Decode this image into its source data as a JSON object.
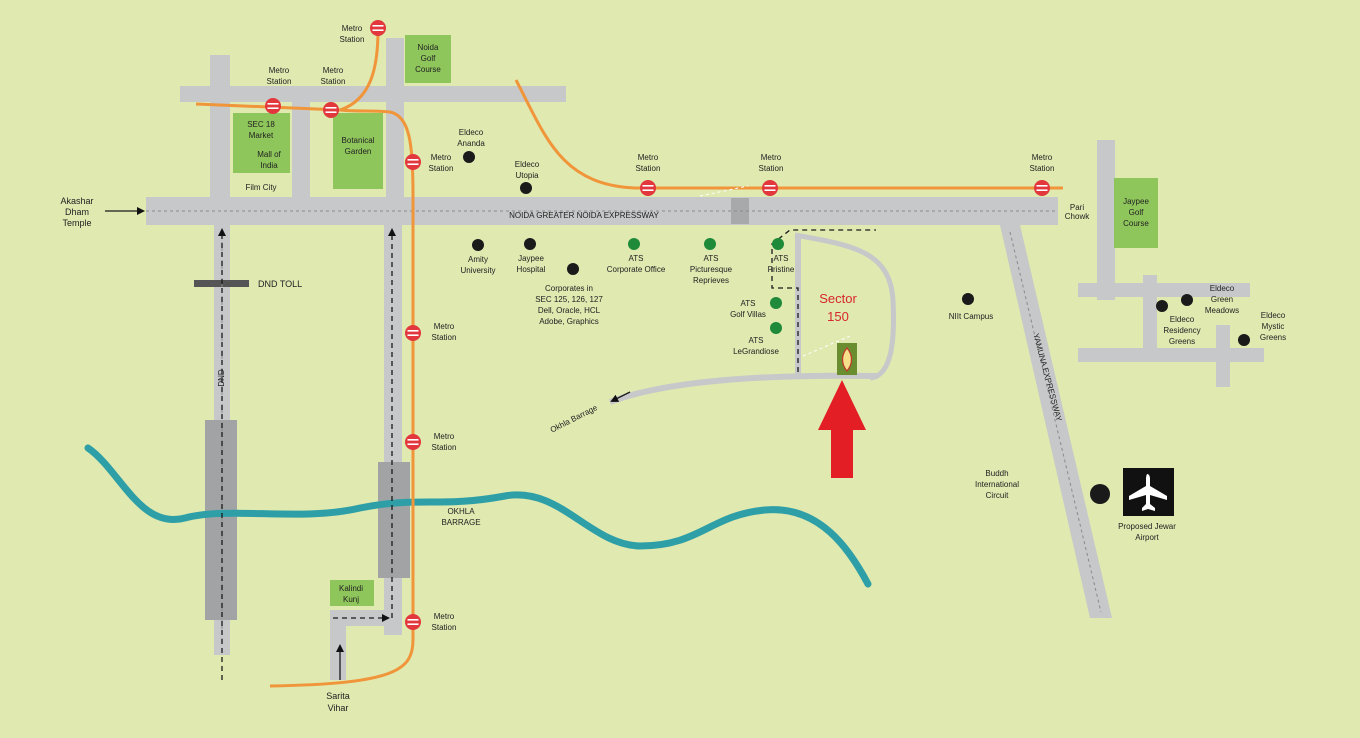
{
  "colors": {
    "background": "#dfe9b0",
    "road": "#c7c8c9",
    "metro_line": "#f0953a",
    "metro_station": "#e2373d",
    "river": "#2f9fa7",
    "green_area": "#8fc65b",
    "ats_marker": "#1e8a3a",
    "landmark_marker": "#1a1a1a",
    "highlight_arrow": "#e31e24",
    "sector_label": "#d8262b"
  },
  "icons": {
    "metro": "metro-station-icon",
    "airport": "airplane-icon",
    "landmark": "black-dot-marker",
    "project": "green-dot-marker",
    "site": "project-site-icon"
  },
  "map": {
    "metro_station_label": [
      "Metro",
      "Station"
    ],
    "places": {
      "noida_golf_course": [
        "Noida",
        "Golf",
        "Course"
      ],
      "sec18_market": [
        "SEC 18",
        "Market"
      ],
      "mall_of_india": [
        "Mall of",
        "India"
      ],
      "film_city": "Film City",
      "botanical_garden": [
        "Botanical",
        "Garden"
      ],
      "akashar_dham": [
        "Akashar",
        "Dham",
        "Temple"
      ],
      "eldeco_ananda": [
        "Eldeco",
        "Ananda"
      ],
      "eldeco_utopia": [
        "Eldeco",
        "Utopia"
      ],
      "expressway": "NOIDA GREATER NOIDA EXPRESSWAY",
      "pari_chowk": [
        "Pari",
        "Chowk"
      ],
      "jaypee_golf": [
        "Jaypee",
        "Golf",
        "Course"
      ],
      "dnd_toll": "DND TOLL",
      "dnd": "DND",
      "amity": [
        "Amity",
        "University"
      ],
      "jaypee_hospital": [
        "Jaypee",
        "Hospital"
      ],
      "corporates": [
        "Corporates in",
        "SEC 125, 126, 127",
        "Dell, Oracle, HCL",
        "Adobe, Graphics"
      ],
      "ats_corporate": [
        "ATS",
        "Corporate Office"
      ],
      "ats_picturesque": [
        "ATS",
        "Picturesque",
        "Reprieves"
      ],
      "ats_pristine": [
        "ATS",
        "Pristine"
      ],
      "ats_golf_villas": [
        "ATS",
        "Golf Villas"
      ],
      "ats_legrandiose": [
        "ATS",
        "LeGrandiose"
      ],
      "sector": [
        "Sector",
        "150"
      ],
      "niit": "NIIt Campus",
      "yamuna": "YAMUNA EXPRESSWAY",
      "eldeco_green": [
        "Eldeco",
        "Green",
        "Meadows"
      ],
      "eldeco_residency": [
        "Eldeco",
        "Residency",
        "Greens"
      ],
      "eldeco_mystic": [
        "Eldeco",
        "Mystic",
        "Greens"
      ],
      "okhla_barrage_road": "Okhla Barrage",
      "okhla_barrage": [
        "OKHLA",
        "BARRAGE"
      ],
      "buddh": [
        "Buddh",
        "International",
        "Circuit"
      ],
      "airport": [
        "Proposed Jewar",
        "Airport"
      ],
      "kalindi": [
        "Kalindi",
        "Kunj"
      ],
      "sarita": [
        "Sarita",
        "Vihar"
      ]
    }
  }
}
